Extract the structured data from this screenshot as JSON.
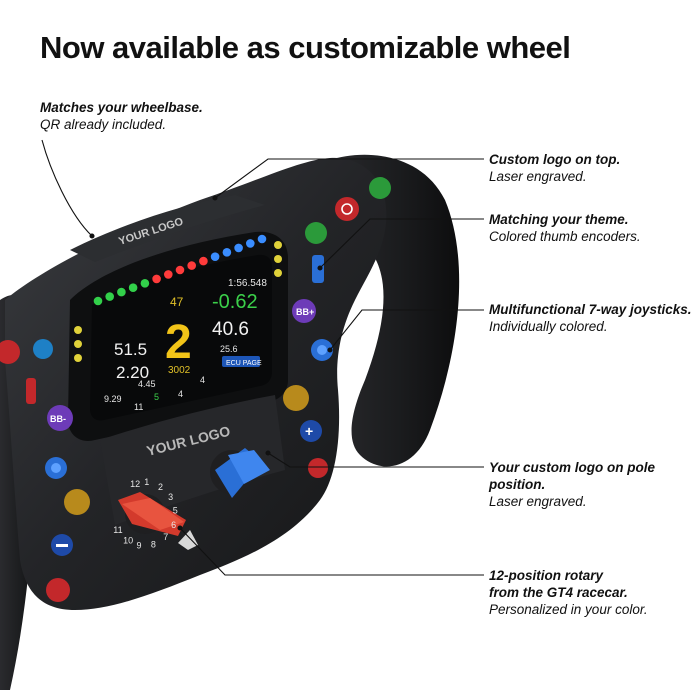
{
  "headline": "Now available as customizable wheel",
  "callouts": [
    {
      "bold": "Matches your wheelbase.",
      "text": "QR already included."
    },
    {
      "bold": "Custom logo on top.",
      "text": "Laser engraved."
    },
    {
      "bold": "Matching your theme.",
      "text": "Colored thumb encoders."
    },
    {
      "bold": "Multifunctional 7-way joysticks.",
      "text": "Individually colored."
    },
    {
      "bold": "Your custom logo on pole position.",
      "text": "Laser engraved."
    },
    {
      "bold": "12-position rotary",
      "bold2": "from the GT4 racecar.",
      "text": "Personalized in your color."
    }
  ],
  "wheel": {
    "top_logo": "YOUR LOGO",
    "center_logo": "YOUR LOGO",
    "buttons": {
      "bb_plus": "BB+",
      "bb_minus": "BB-"
    },
    "rotary_ticks": [
      "12",
      "1",
      "2",
      "3",
      "5",
      "6",
      "7",
      "8",
      "9",
      "10",
      "11"
    ],
    "display": {
      "gear": "2",
      "top_small": "47",
      "delta": "-0.62",
      "laptime": "1:56.548",
      "value_right": "40.6",
      "value_right_small": "25.6",
      "value_left_1": "51.5",
      "value_left_2": "2.20",
      "value_left_3": "4.45",
      "value_left_4": "9.29",
      "rpm": "3002",
      "row_bottom": [
        "11",
        "5",
        "4",
        "4"
      ],
      "badge": "ECU PAGE"
    }
  },
  "colors": {
    "leds": [
      "#32d04a",
      "#32d04a",
      "#32d04a",
      "#32d04a",
      "#32d04a",
      "#ff3b3b",
      "#ff3b3b",
      "#ff3b3b",
      "#ff3b3b",
      "#ff3b3b",
      "#3a8dff",
      "#3a8dff",
      "#3a8dff",
      "#3a8dff",
      "#3a8dff"
    ],
    "accent_blue": "#2a6fd6",
    "accent_red": "#d33a2c"
  }
}
